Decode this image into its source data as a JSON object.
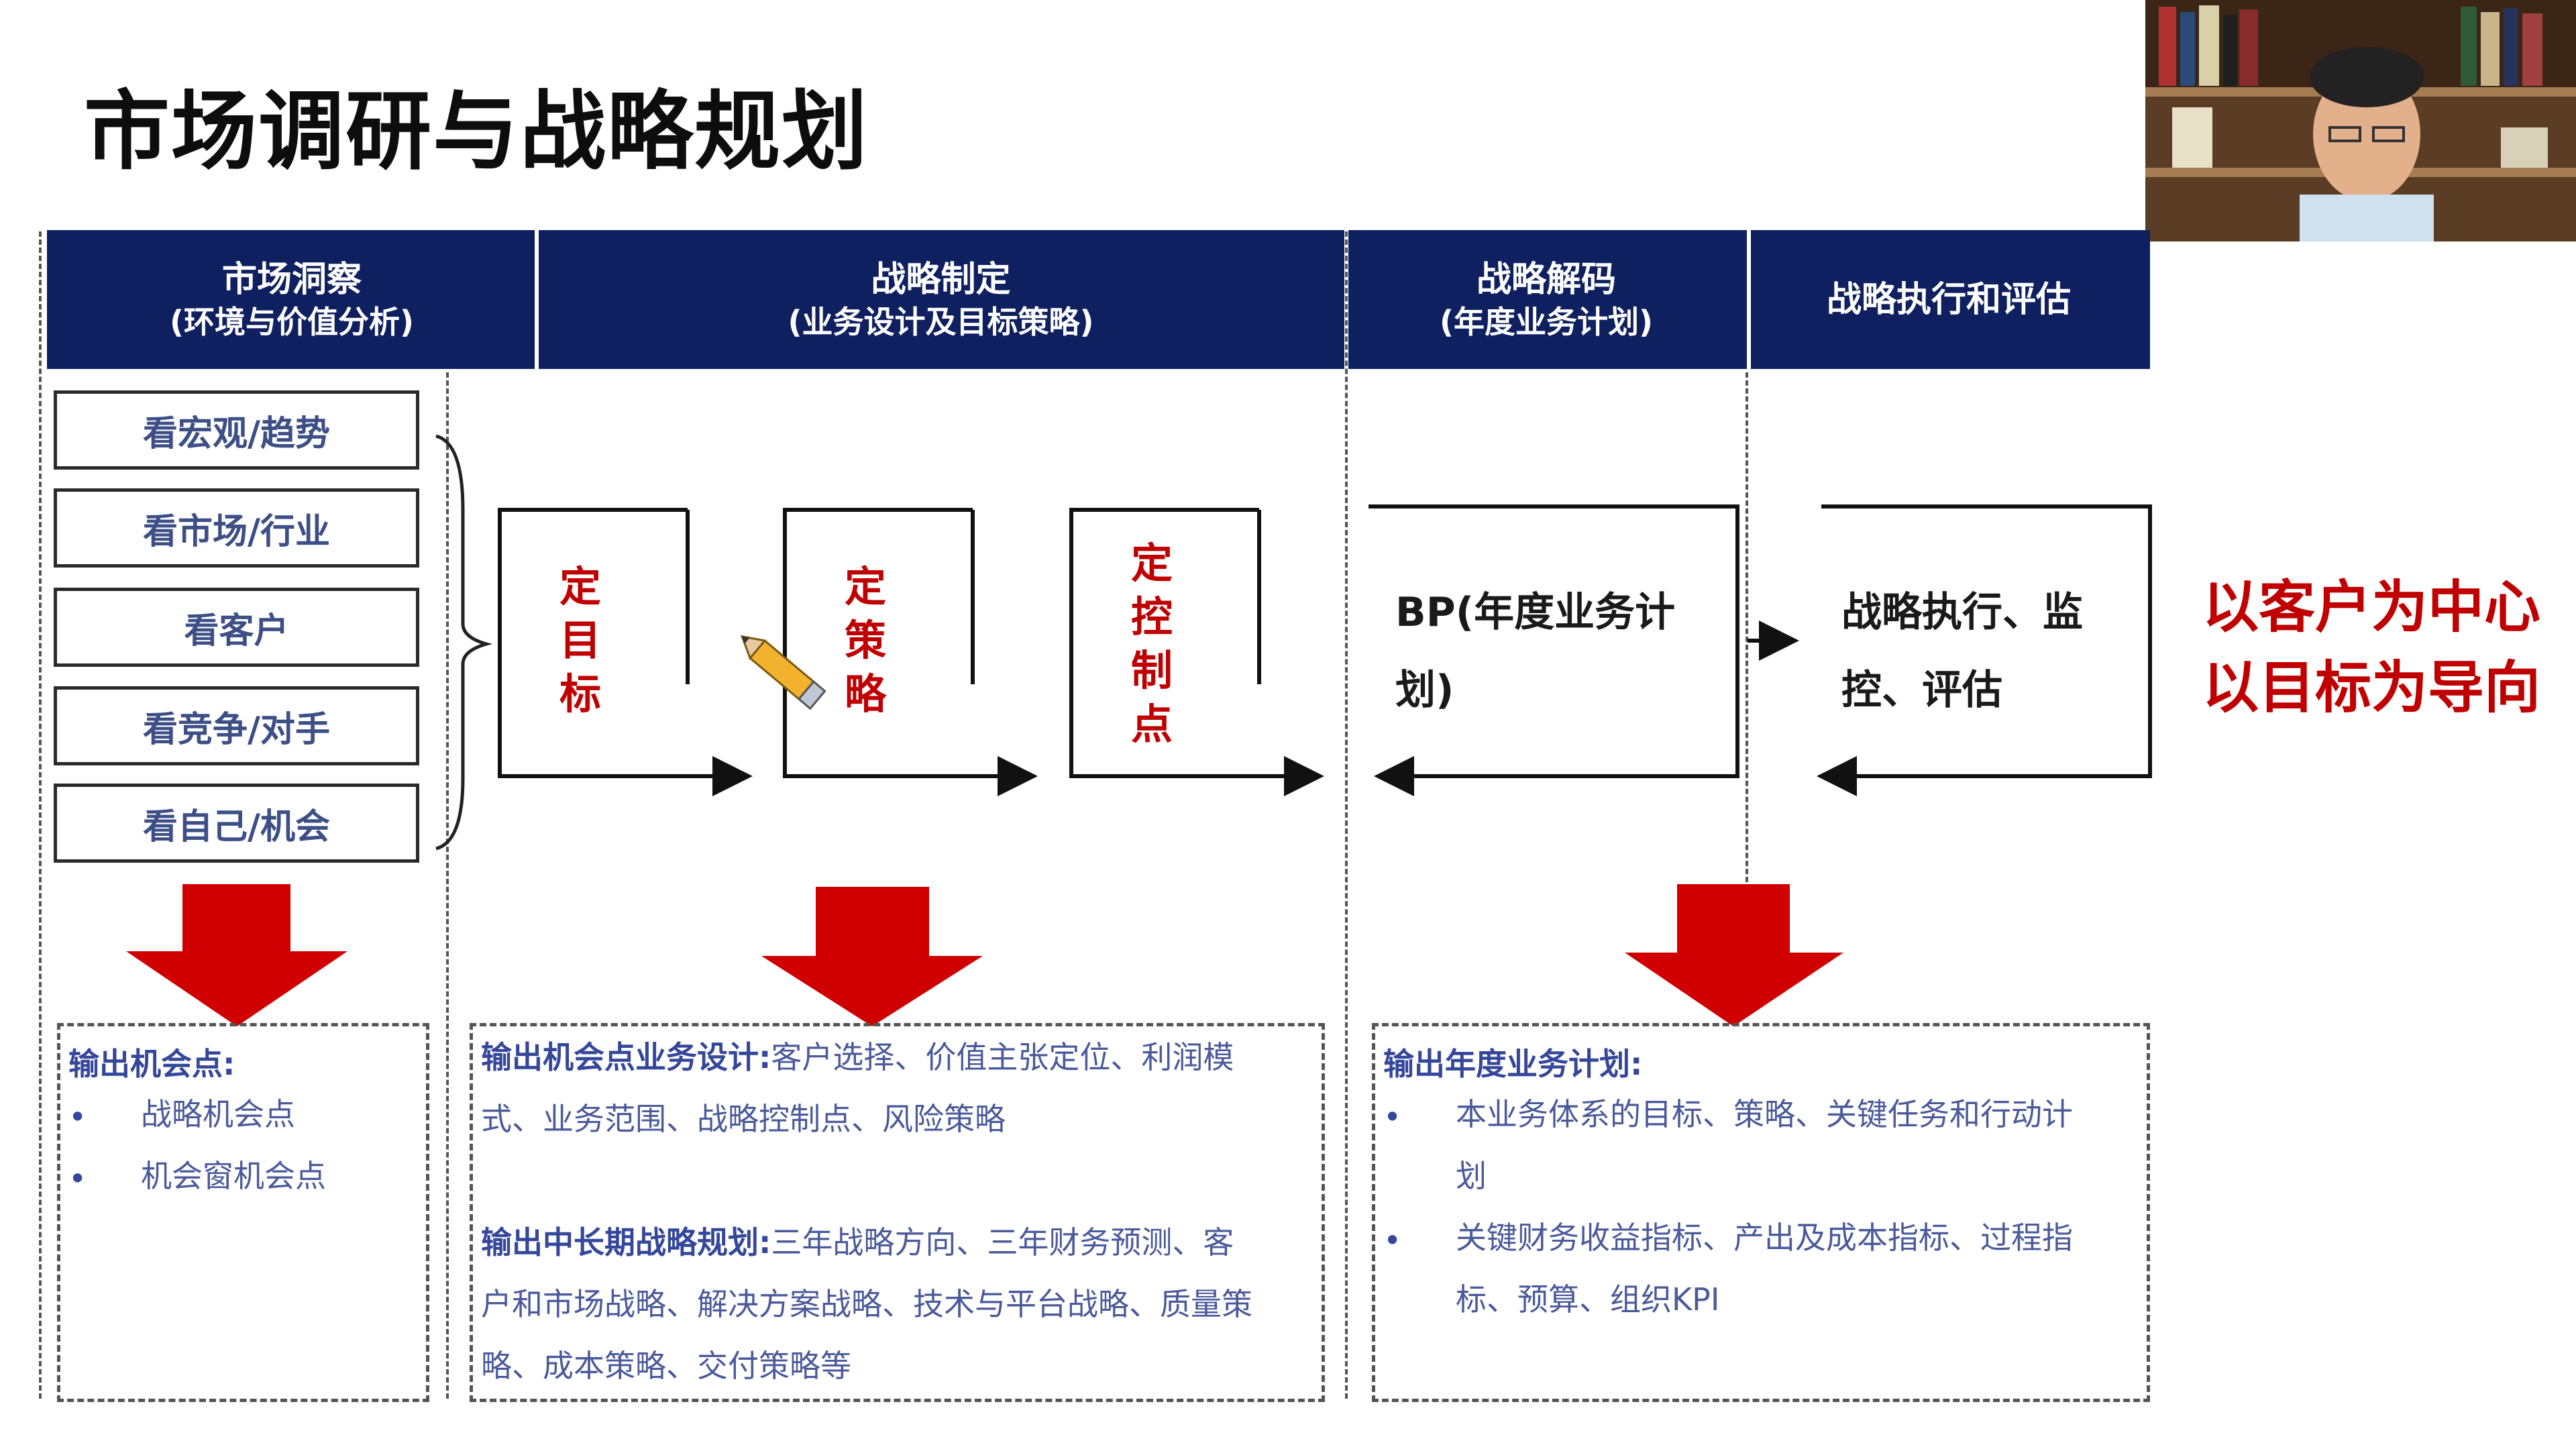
{
  "slide": {
    "title": "市场调研与战略规划"
  },
  "header": {
    "col1": {
      "line1": "市场洞察",
      "line2": "(环境与价值分析)"
    },
    "col2": {
      "line1": "战略制定",
      "line2": "(业务设计及目标策略)"
    },
    "col3": {
      "line1": "战略解码",
      "line2": "(年度业务计划)"
    },
    "col4": {
      "line1": "战略执行和评估",
      "line2": ""
    }
  },
  "market_insight": {
    "items": [
      "看宏观/趋势",
      "看市场/行业",
      "看客户",
      "看竞争/对手",
      "看自己/机会"
    ]
  },
  "strategy_steps": [
    {
      "label": "定目标"
    },
    {
      "label": "定策略"
    },
    {
      "label": "定控制点"
    }
  ],
  "decoding": {
    "label": "BP(年度业务计划)",
    "line1": "BP(年度业务计",
    "line2": "划)"
  },
  "execution": {
    "line1": "战略执行、监",
    "line2": "控、评估"
  },
  "slogan": {
    "line1": "以客户为中心",
    "line2": "以目标为导向"
  },
  "outputs": {
    "col1": {
      "heading": "输出机会点:",
      "bullets": [
        "战略机会点",
        "机会窗机会点"
      ]
    },
    "col2": {
      "heading1": "输出机会点业务设计:",
      "text1_line1": "客户选择、价值主张定位、利润模",
      "text1_line2": "式、业务范围、战略控制点、风险策略",
      "heading2": "输出中长期战略规划:",
      "text2_line1": "三年战略方向、三年财务预测、客",
      "text2_line2": "户和市场战略、解决方案战略、技术与平台战略、质量策",
      "text2_line3": "略、成本策略、交付策略等"
    },
    "col3": {
      "heading": "输出年度业务计划:",
      "bullet1_line1": "本业务体系的目标、策略、关键任务和行动计",
      "bullet1_line2": "划",
      "bullet2_line1": "关键财务收益指标、产出及成本指标、过程指",
      "bullet2_line2": "标、预算、组织KPI"
    }
  },
  "colors": {
    "header_bg": "#0f2060",
    "accent_red": "#c00000",
    "label_blue": "#34479a"
  },
  "icons": [
    "pencil-icon",
    "down-arrow-icon"
  ]
}
